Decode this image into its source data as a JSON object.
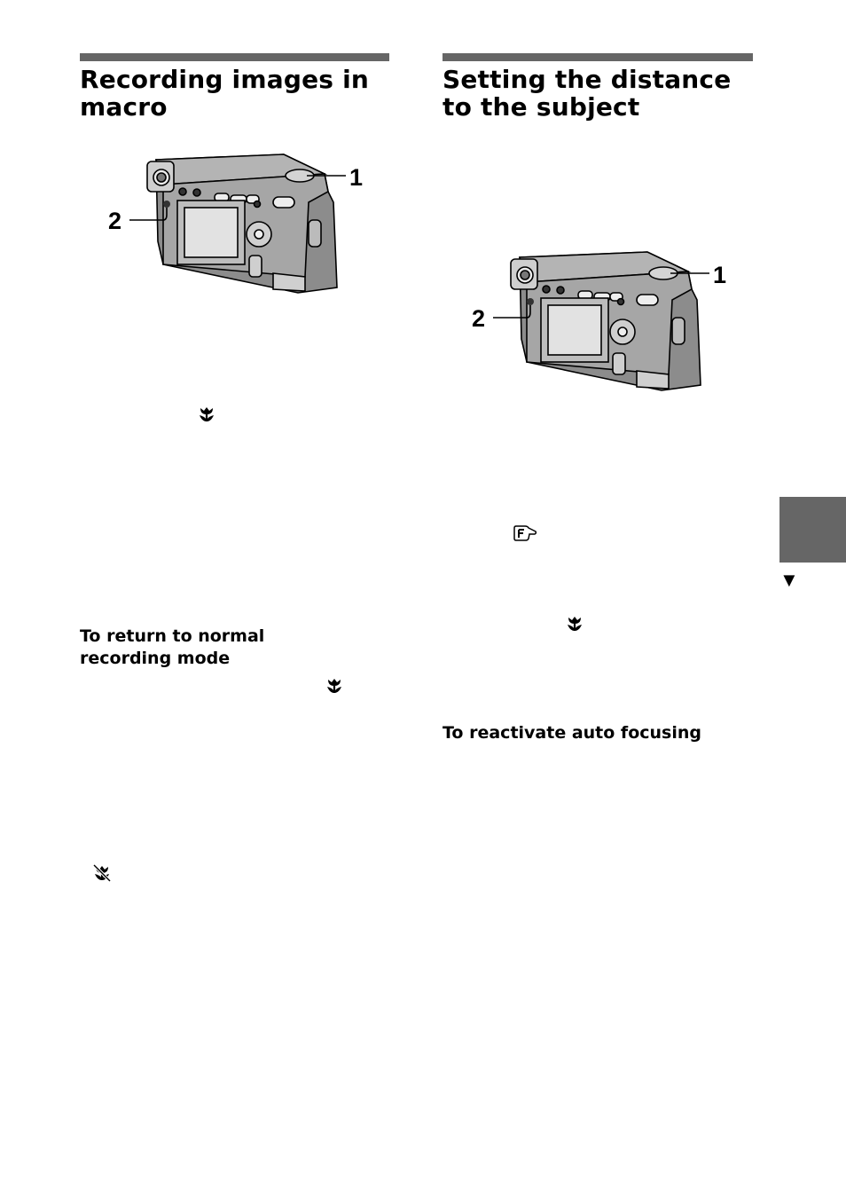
{
  "left": {
    "title": "Recording images in macro",
    "subhead": "To return to normal recording mode",
    "callouts": [
      "1",
      "2"
    ]
  },
  "right": {
    "title": "Setting the distance to the subject",
    "subhead": "To reactivate auto focusing",
    "callouts": [
      "1",
      "2"
    ]
  },
  "nav": {
    "next_arrow": "▼"
  },
  "icons": [
    "macro-icon",
    "focus-preset-icon",
    "macro-off-icon"
  ]
}
